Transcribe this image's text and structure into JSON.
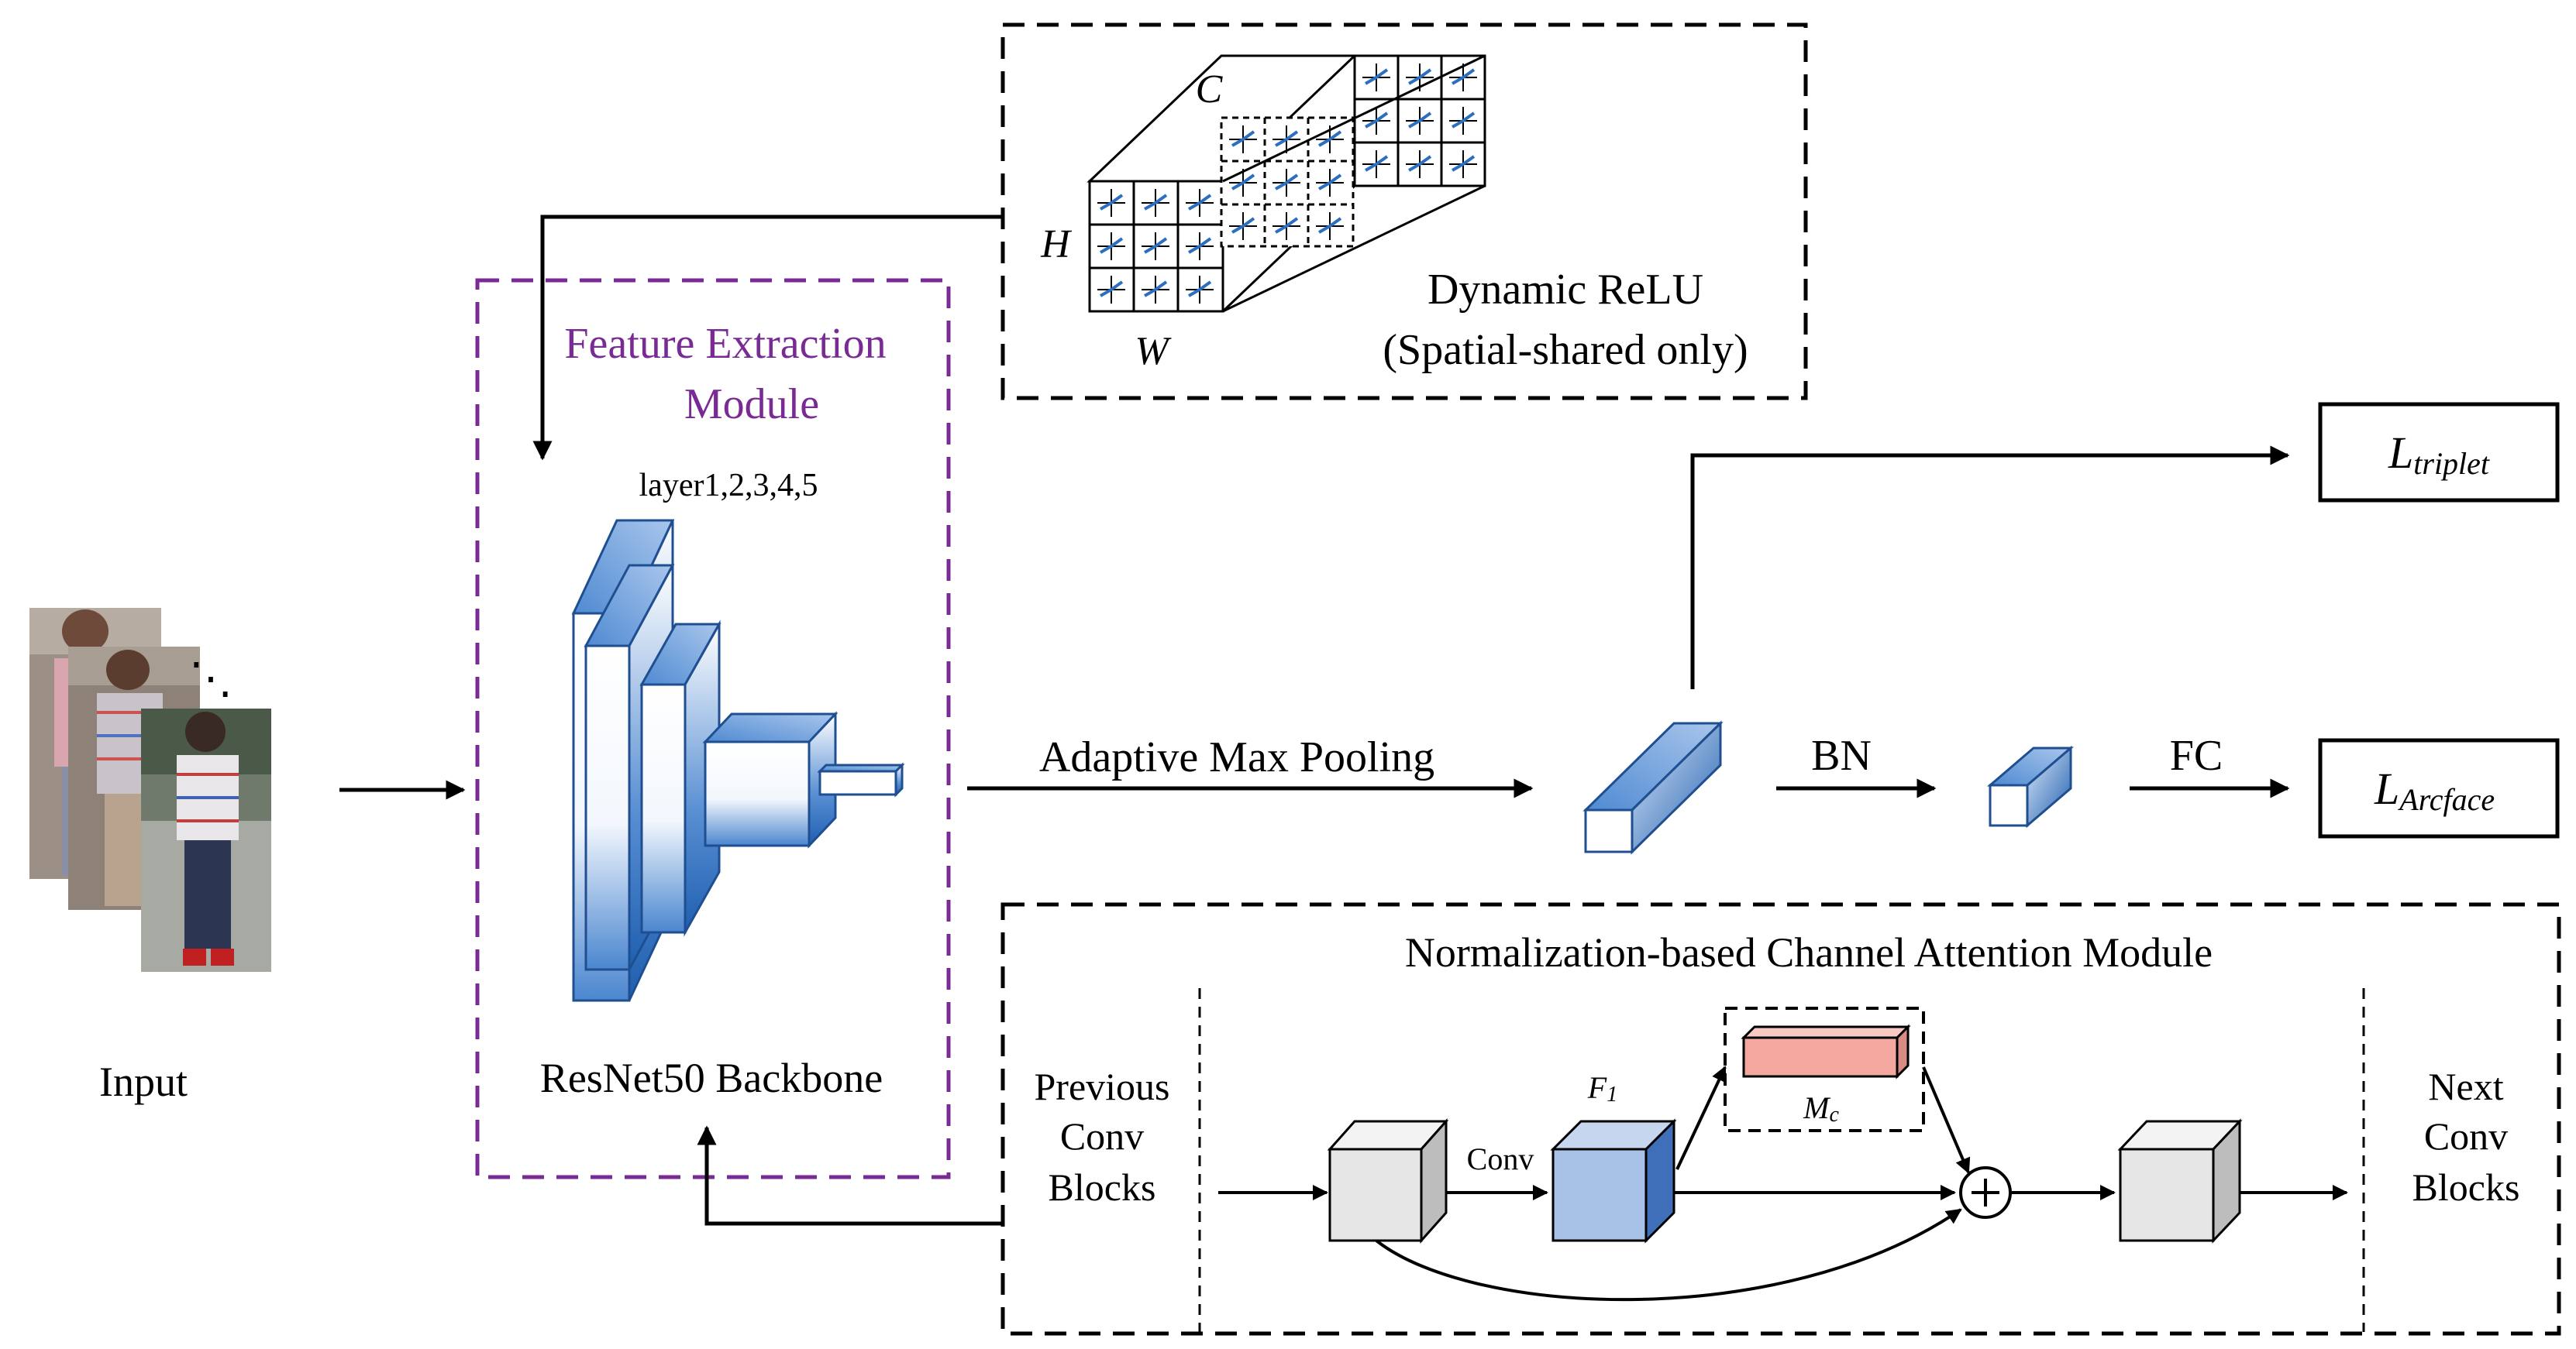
{
  "input": {
    "label": "Input",
    "ellipsis": "⋱"
  },
  "feature_module": {
    "title_line1": "Feature Extraction",
    "title_line2": "Module",
    "layers_label": "layer1,2,3,4,5",
    "backbone_label": "ResNet50 Backbone"
  },
  "dynamic_relu": {
    "title_line1": "Dynamic ReLU",
    "title_line2": "(Spatial-shared only)",
    "dim_c": "C",
    "dim_h": "H",
    "dim_w": "W"
  },
  "pooling": {
    "label": "Adaptive Max Pooling",
    "bn_label": "BN",
    "fc_label": "FC"
  },
  "losses": {
    "triplet_main": "L",
    "triplet_sub": "triplet",
    "arcface_main": "L",
    "arcface_sub": "Arcface"
  },
  "nam": {
    "title": "Normalization-based Channel Attention Module",
    "prev_line1": "Previous",
    "prev_line2": "Conv",
    "prev_line3": "Blocks",
    "next_line1": "Next",
    "next_line2": "Conv",
    "next_line3": "Blocks",
    "conv_label": "Conv",
    "f1_main": "F",
    "f1_sub": "1",
    "mc_main": "M",
    "mc_sub": "c"
  },
  "colors": {
    "feature_border": "#7a2a94",
    "feature_text": "#7a2a94",
    "block_blue_dark": "#1f5fb0",
    "block_blue_light": "#a8c1e6",
    "mc_fill": "#f4a8a0",
    "gray_block": "#e6e6e6",
    "relu_glyph": "#2a6fc0"
  }
}
